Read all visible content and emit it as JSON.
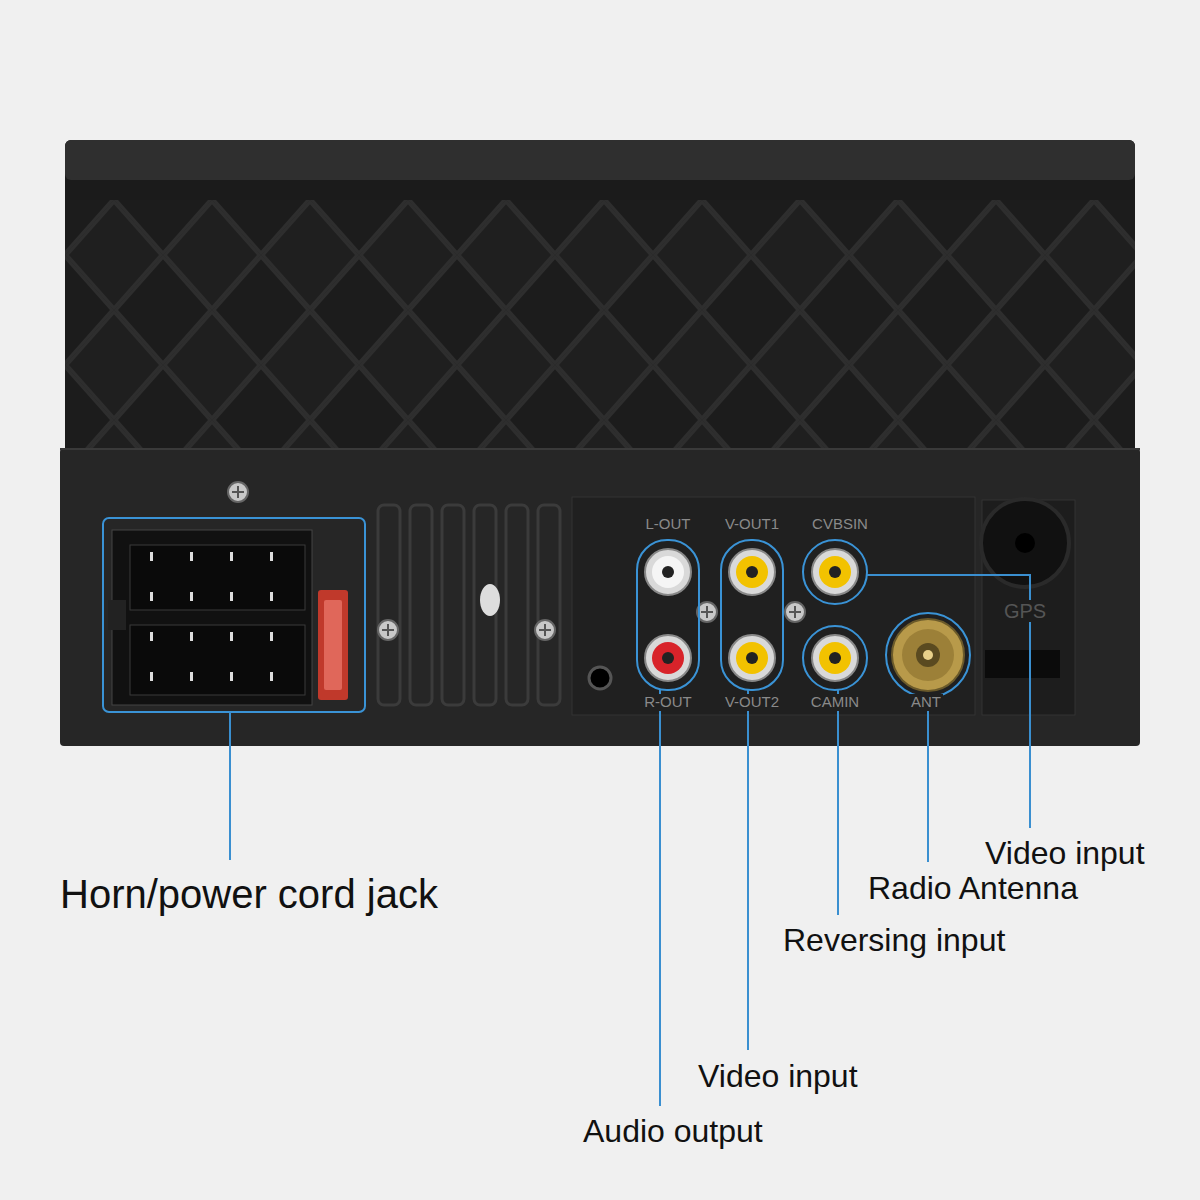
{
  "diagram": {
    "labels": [
      "L-OUT",
      "V-OUT1",
      "CVBSIN",
      "R-OUT",
      "V-OUT2",
      "CAMIN",
      "ANT",
      "GPS",
      "Horn/power cord jack",
      "Video input",
      "Radio Antenna",
      "Reversing input",
      "Video input",
      "Audio output"
    ]
  }
}
